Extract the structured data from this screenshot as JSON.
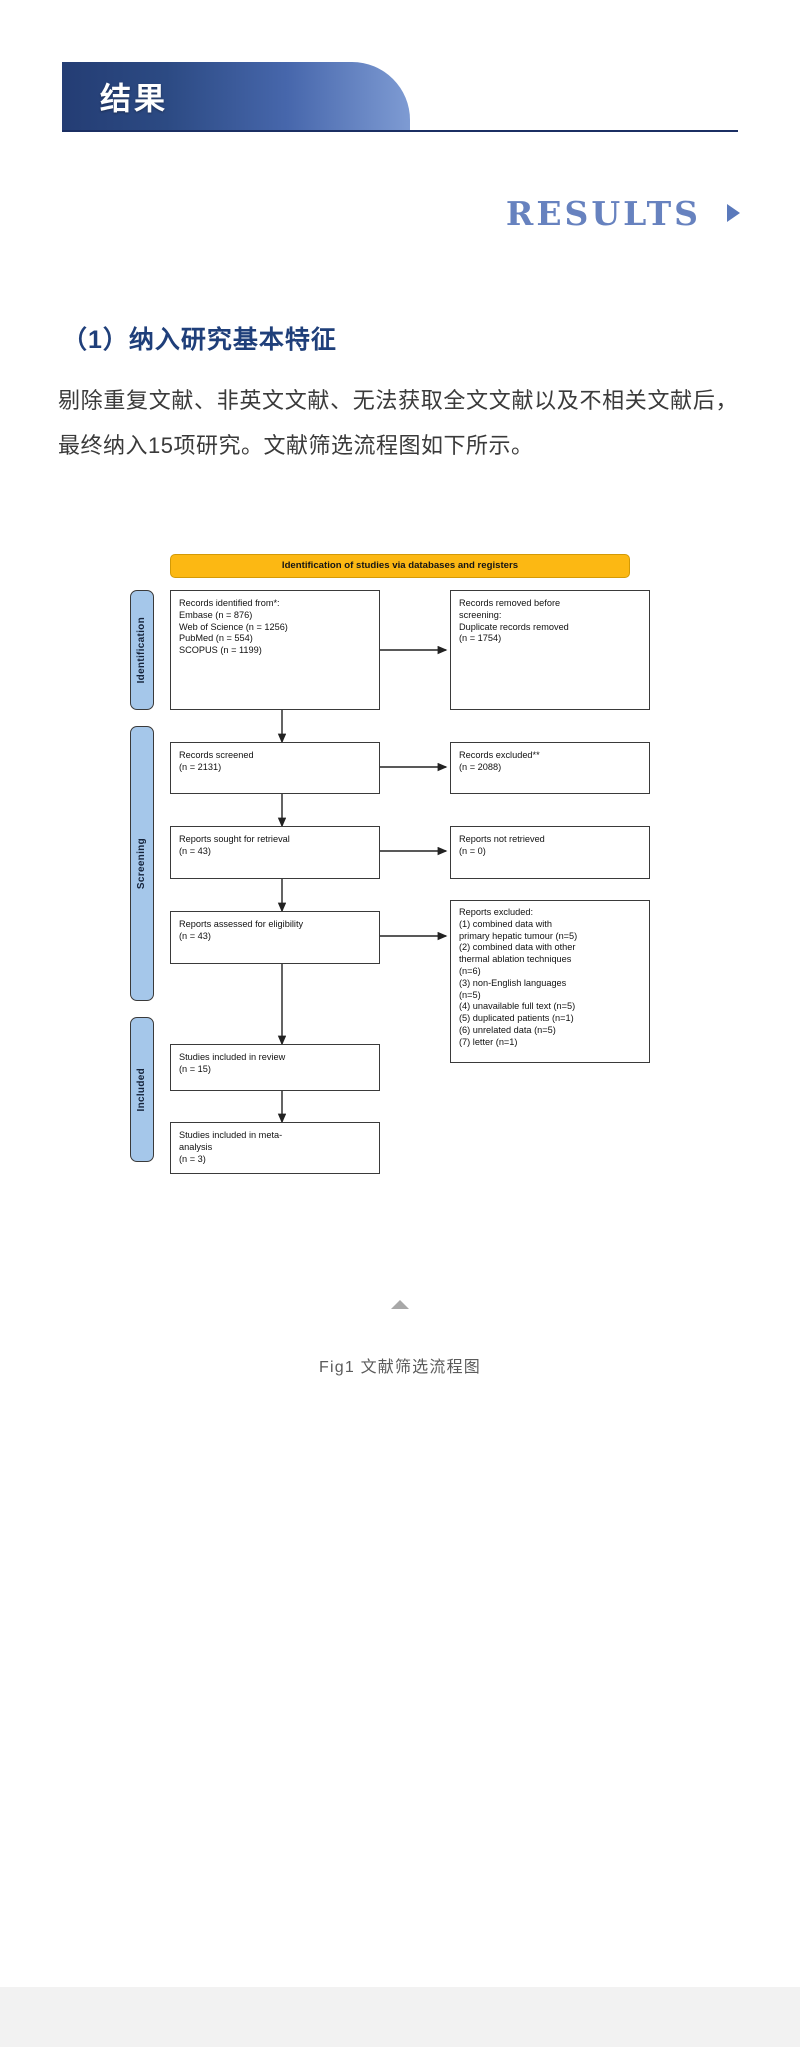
{
  "header": {
    "banner_title": "结果",
    "results_label": "RESULTS",
    "triangle_icon": "triangle-right-icon",
    "banner_gradient_start": "#243d74",
    "banner_gradient_end": "#7e9bd3",
    "rule_color": "#1b2f63",
    "results_color": "#6782bf"
  },
  "content": {
    "section_heading": "（1）纳入研究基本特征",
    "paragraph": "剔除重复文献、非英文文献、无法获取全文文献以及不相关文献后，最终纳入15项研究。文献筛选流程图如下所示。"
  },
  "figure": {
    "caption": "Fig1 文献筛选流程图",
    "scroll_top_icon": "triangle-up-icon"
  },
  "chart_data": {
    "type": "diagram",
    "title": "Identification of studies via databases and registers",
    "banner_color": "#fcb813",
    "sidebar_color": "#a5c7ea",
    "stages": [
      {
        "label": "Identification"
      },
      {
        "label": "Screening"
      },
      {
        "label": "Included"
      }
    ],
    "nodes": [
      {
        "id": "records-identified",
        "text": "Records identified from*:\n    Embase (n = 876)\n    Web of Science (n = 1256)\n    PubMed (n = 554)\n    SCOPUS (n = 1199)"
      },
      {
        "id": "records-removed",
        "text": "Records removed before\nscreening:\n    Duplicate records removed\n    (n = 1754)"
      },
      {
        "id": "records-screened",
        "text": "Records screened\n(n = 2131)"
      },
      {
        "id": "records-excluded",
        "text": "Records excluded**\n(n = 2088)"
      },
      {
        "id": "reports-sought",
        "text": "Reports sought for retrieval\n(n = 43)"
      },
      {
        "id": "reports-not-retrieved",
        "text": "Reports not retrieved\n(n = 0)"
      },
      {
        "id": "reports-assessed",
        "text": "Reports assessed for eligibility\n(n = 43)"
      },
      {
        "id": "reports-excluded",
        "text": "Reports excluded:\n    (1) combined data with\n    primary hepatic tumour (n=5)\n    (2) combined data with other\n    thermal ablation techniques\n    (n=6)\n    (3) non-English languages\n    (n=5)\n    (4) unavailable full text (n=5)\n    (5) duplicated patients (n=1)\n    (6) unrelated data (n=5)\n    (7) letter (n=1)"
      },
      {
        "id": "studies-included",
        "text": "Studies included in review\n(n = 15)"
      },
      {
        "id": "studies-meta",
        "text": "Studies included in meta-\nanalysis\n(n = 3)"
      }
    ],
    "counts": {
      "embase": 876,
      "web_of_science": 1256,
      "pubmed": 554,
      "scopus": 1199,
      "duplicates_removed": 1754,
      "records_screened": 2131,
      "records_excluded": 2088,
      "reports_sought": 43,
      "reports_not_retrieved": 0,
      "reports_assessed": 43,
      "studies_included_review": 15,
      "studies_included_meta": 3
    }
  }
}
